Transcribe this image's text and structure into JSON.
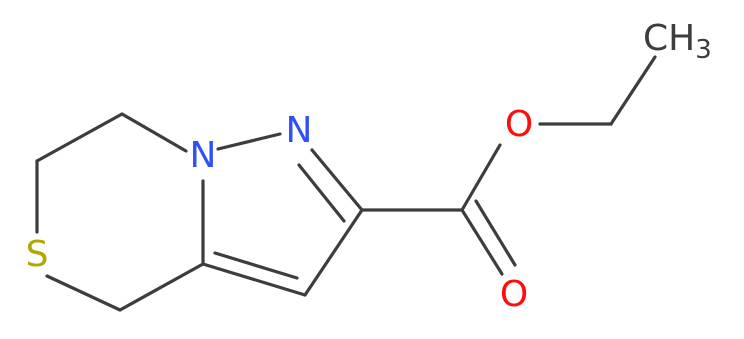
{
  "molecule": {
    "atom_labels": {
      "N1": "N",
      "N2": "N",
      "S": "S",
      "O_ether": "O",
      "O_carbonyl": "O",
      "CH3_main": "CH",
      "CH3_sub": "3"
    },
    "colors": {
      "bond": "#3d3d3d",
      "nitrogen": "#3050f8",
      "sulfur": "#b2a700",
      "oxygen": "#ff0d0d",
      "carbon_label": "#3d3d3d"
    }
  }
}
